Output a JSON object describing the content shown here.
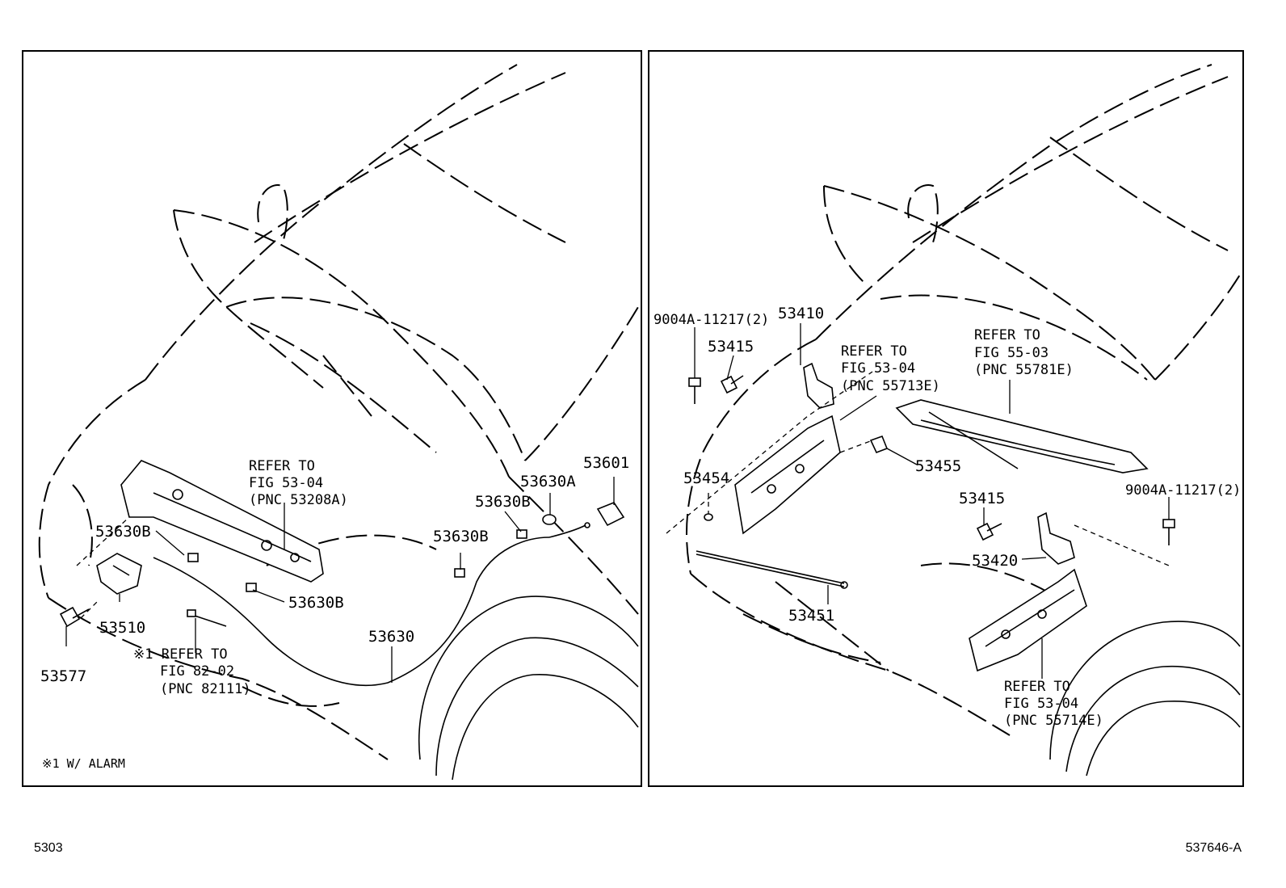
{
  "left_panel": {
    "labels": {
      "p53601": "53601",
      "p53630A": "53630A",
      "p53630B_top": "53630B",
      "p53630B_mid": "53630B",
      "p53630B_left": "53630B",
      "p53630B_low": "53630B",
      "p53630": "53630",
      "p53510": "53510",
      "p53577": "53577"
    },
    "ref_support": [
      "REFER TO",
      "FIG 53-04",
      "(PNC 53208A)"
    ],
    "ref_alarm": [
      "※1 REFER TO",
      "FIG 82-02",
      "(PNC 82111)"
    ],
    "footnote": "※1 W/ ALARM"
  },
  "right_panel": {
    "labels": {
      "p9004A_left": "9004A-11217(2)",
      "p9004A_right": "9004A-11217(2)",
      "p53410": "53410",
      "p53415_top": "53415",
      "p53415_low": "53415",
      "p53454": "53454",
      "p53455": "53455",
      "p53420": "53420",
      "p53451": "53451"
    },
    "ref_55713E": [
      "REFER TO",
      "FIG 53-04",
      "(PNC 55713E)"
    ],
    "ref_55781E": [
      "REFER TO",
      "FIG 55-03",
      "(PNC 55781E)"
    ],
    "ref_55714E": [
      "REFER TO",
      "FIG 53-04",
      "(PNC 55714E)"
    ]
  },
  "footer": {
    "page_code": "5303",
    "figure_code": "537646-A"
  }
}
